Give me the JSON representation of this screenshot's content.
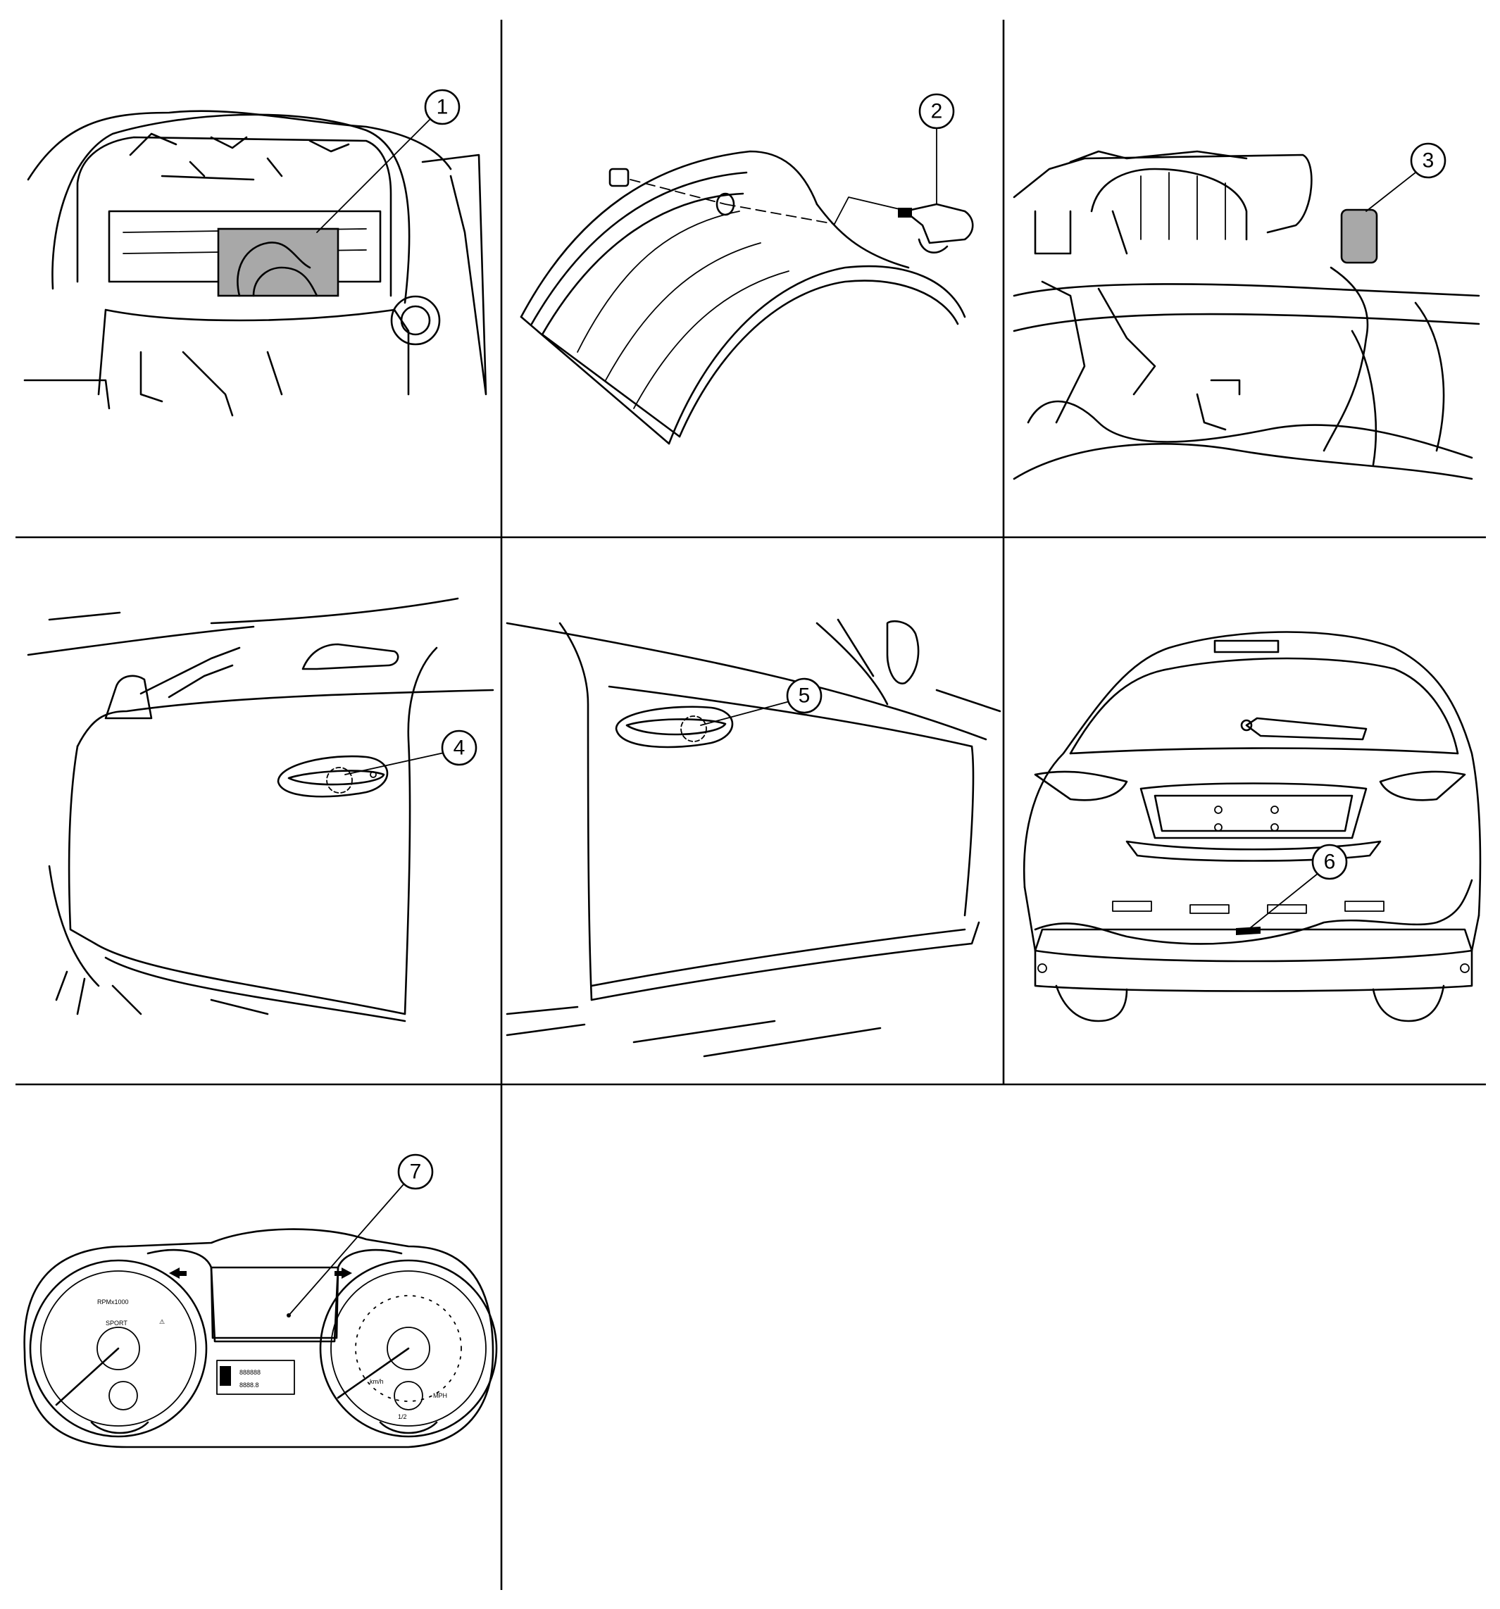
{
  "callouts": [
    {
      "id": "1",
      "label": "1"
    },
    {
      "id": "2",
      "label": "2"
    },
    {
      "id": "3",
      "label": "3"
    },
    {
      "id": "4",
      "label": "4"
    },
    {
      "id": "5",
      "label": "5"
    },
    {
      "id": "6",
      "label": "6"
    },
    {
      "id": "7",
      "label": "7"
    }
  ],
  "cluster": {
    "tach_unit": "RPMx1000",
    "sport_label": "SPORT",
    "speed_unit_kmh": "km/h",
    "speed_unit_mph": "MPH",
    "fuel_half": "1/2",
    "odo_top": "888888",
    "odo_bottom": "8888.8"
  },
  "colors": {
    "line": "#000000",
    "shade": "#a8a8a8",
    "background": "#ffffff"
  }
}
